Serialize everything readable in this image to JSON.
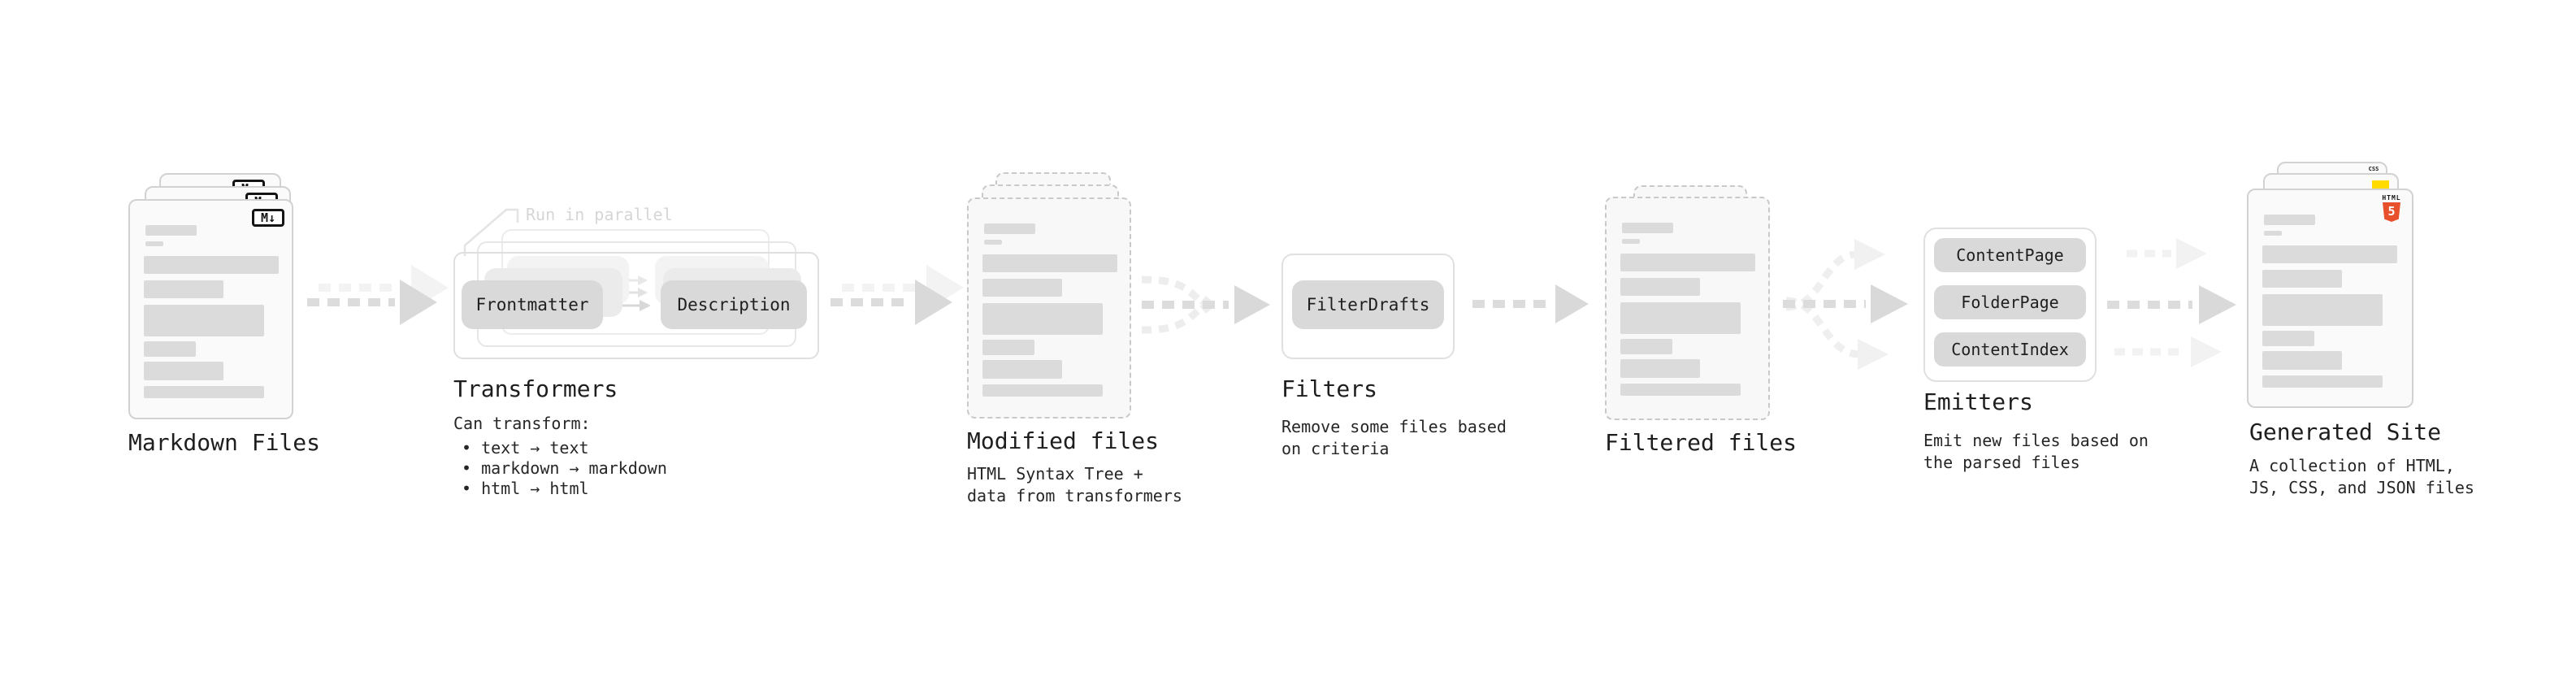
{
  "stages": [
    {
      "id": "markdown-files",
      "title": "Markdown Files"
    },
    {
      "id": "transformers",
      "title": "Transformers",
      "note": "Run in parallel",
      "pill_from": "Frontmatter",
      "pill_to": "Description",
      "details": [
        "Can transform:",
        "• text → text",
        "• markdown → markdown",
        "• html → html"
      ]
    },
    {
      "id": "modified-files",
      "title": "Modified files",
      "details": [
        "HTML Syntax Tree +",
        "data from transformers"
      ]
    },
    {
      "id": "filters",
      "title": "Filters",
      "pill": "FilterDrafts",
      "details": [
        "Remove some files based",
        "on criteria"
      ]
    },
    {
      "id": "filtered-files",
      "title": "Filtered files"
    },
    {
      "id": "emitters",
      "title": "Emitters",
      "pills": [
        "ContentPage",
        "FolderPage",
        "ContentIndex"
      ],
      "details": [
        "Emit new files based on",
        "the parsed files"
      ]
    },
    {
      "id": "generated-site",
      "title": "Generated Site",
      "details": [
        "A collection of HTML,",
        "JS, CSS, and JSON files"
      ]
    }
  ],
  "badges": {
    "markdown": "M↓",
    "html_label": "HTML",
    "html_number": "5",
    "css_label": "CSS"
  },
  "colors": {
    "html5_orange": "#e8502b",
    "js_yellow": "#ffdb00",
    "css_blue": "#2e62e8",
    "pill_gray": "#d9d9d9",
    "arrow_gray": "#dcdcdc",
    "arrow_ghost": "#f2f2f2",
    "text_dark": "#1f1f1f",
    "note_gray": "#d6d6d6"
  }
}
